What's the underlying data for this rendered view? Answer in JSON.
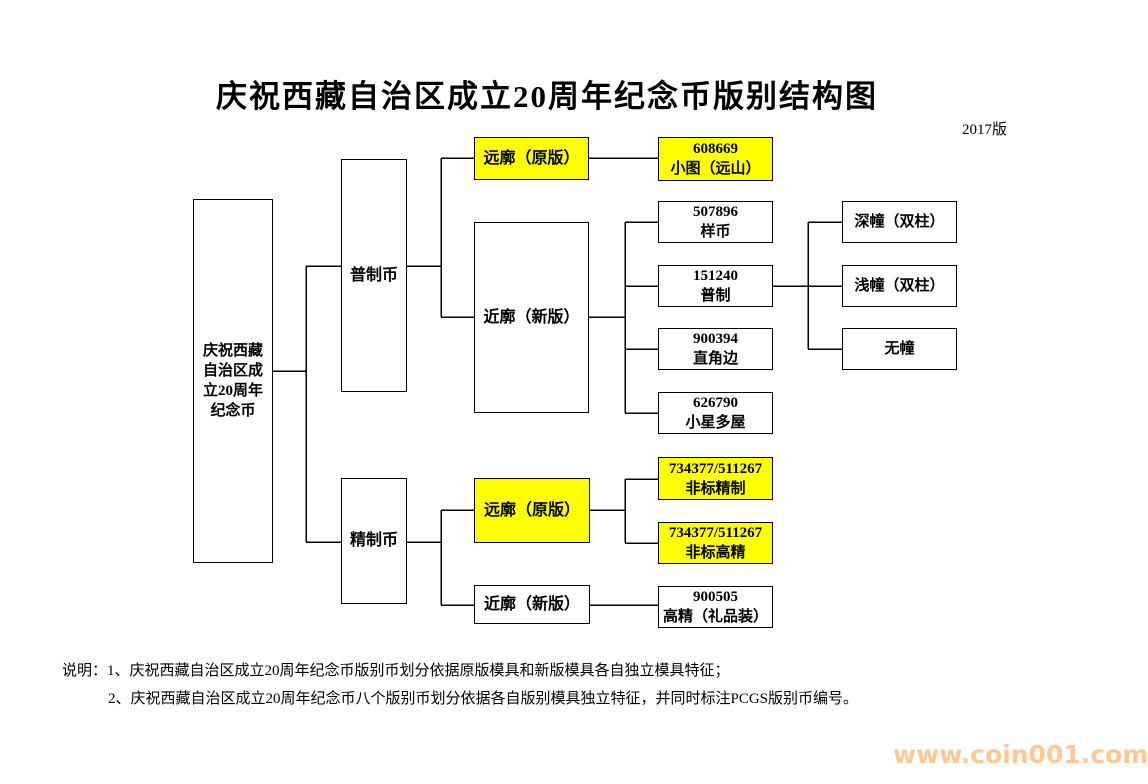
{
  "page": {
    "title": "庆祝西藏自治区成立20周年纪念币版别结构图",
    "edition": "2017版",
    "watermark": "www.coin001.com",
    "notes": {
      "line1": "说明：1、庆祝西藏自治区成立20周年纪念币版别币划分依据原版模具和新版模具各自独立模具特征；",
      "line2": "2、庆祝西藏自治区成立20周年纪念币八个版别币划分依据各自版别模具独立特征，并同时标注PCGS版别币编号。"
    }
  },
  "colors": {
    "highlight": "#ffff00",
    "line": "#000000",
    "watermark": "#ffc894",
    "background": "#ffffff"
  },
  "diagram": {
    "root": {
      "full_name": "庆祝西藏自治区成立20周年纪念币",
      "lines": [
        "庆祝西藏",
        "自治区成",
        "立20周年",
        "纪念币"
      ]
    },
    "level1": {
      "putongbi": "普制币",
      "jingzhibi": "精制币"
    },
    "level2": {
      "yuankuo_original_top": "远廓（原版）",
      "jinkuo_new_top": "近廓（新版）",
      "yuankuo_original_bottom": "远廓（原版）",
      "jinkuo_new_bottom": "近廓（新版）"
    },
    "variants": {
      "xiaotu": {
        "code": "608669",
        "name": "小图（远山）"
      },
      "yangbi": {
        "code": "507896",
        "name": "样币"
      },
      "puzhi": {
        "code": "151240",
        "name": "普制"
      },
      "zhijiaobian": {
        "code": "900394",
        "name": "直角边"
      },
      "xiaoxingduowu": {
        "code": "626790",
        "name": "小星多屋"
      },
      "feibiao_jingzhi": {
        "code": "734377/511267",
        "name": "非标精制"
      },
      "feibiao_gaojing": {
        "code": "734377/511267",
        "name": "非标高精"
      },
      "gaojing_lipinzhuang": {
        "code": "900505",
        "name": "高精（礼品装）"
      }
    },
    "sub_variants": {
      "shenchuang": "深幢（双柱）",
      "qianchuang": "浅幢（双柱）",
      "wuchuang": "无幢"
    }
  }
}
